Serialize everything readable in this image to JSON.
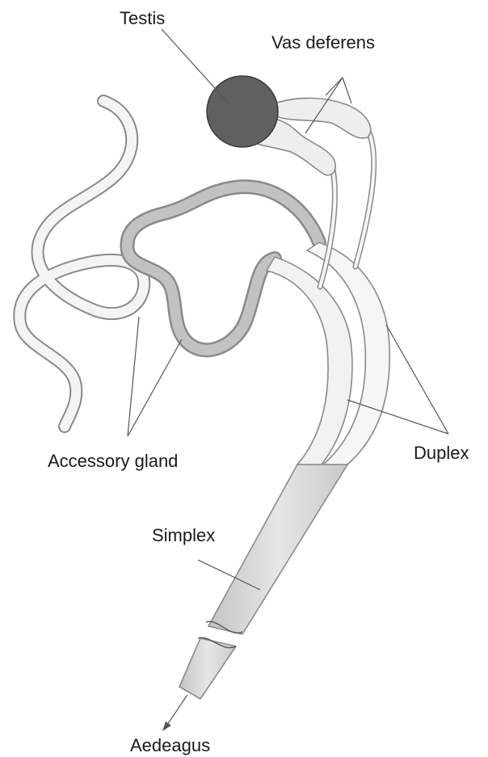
{
  "diagram": {
    "labels": {
      "testis": "Testis",
      "vas_deferens": "Vas deferens",
      "accessory_gland": "Accessory gland",
      "duplex": "Duplex",
      "simplex": "Simplex",
      "aedeagus": "Aedeagus"
    },
    "colors": {
      "testis_fill": "#606060",
      "tube_outline": "#8a8a8a",
      "tube_fill": "#f4f4f4",
      "gland_dark": "#9a9a9a",
      "gland_light": "#cfcfcf",
      "simplex_fill": "#d6d6d6"
    }
  }
}
